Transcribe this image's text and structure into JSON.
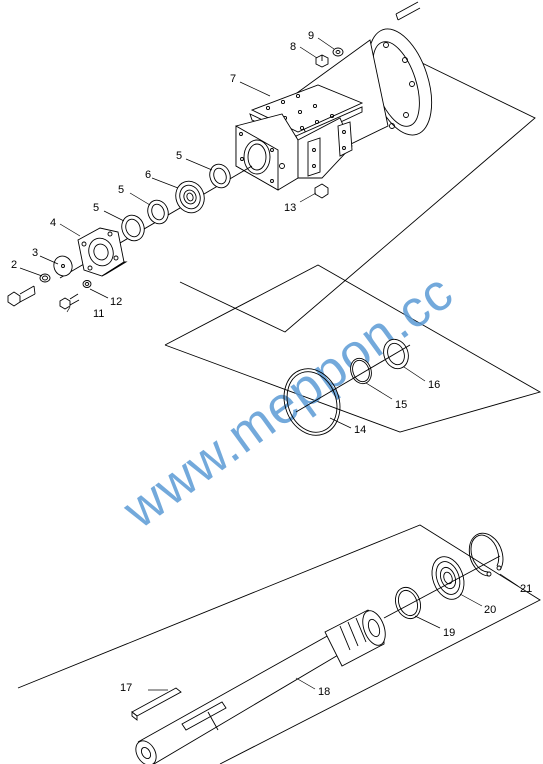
{
  "labels": {
    "p2": "2",
    "p3": "3",
    "p4": "4",
    "p5a": "5",
    "p5b": "5",
    "p5c": "5",
    "p6": "6",
    "p7": "7",
    "p8": "8",
    "p9": "9",
    "p11": "11",
    "p12": "12",
    "p13": "13",
    "p14": "14",
    "p15": "15",
    "p16": "16",
    "p17": "17",
    "p18": "18",
    "p19": "19",
    "p20": "20",
    "p21": "21"
  },
  "watermark": "www.meppon.cc"
}
